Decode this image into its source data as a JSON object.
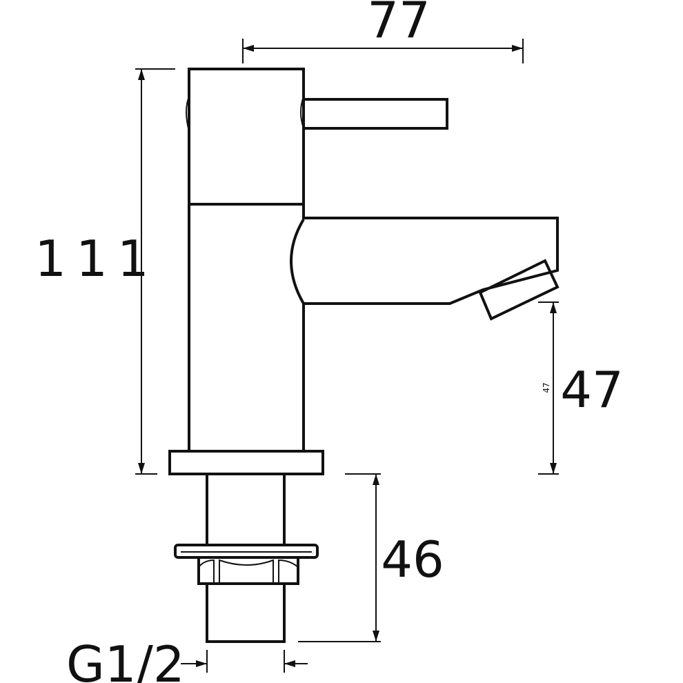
{
  "dimensions": {
    "width": "77",
    "height": "111",
    "spout_height": "47",
    "spout_height_small": "47",
    "shank_length": "46",
    "thread": "G1/2"
  },
  "colors": {
    "line": "#111111",
    "background": "#ffffff"
  }
}
